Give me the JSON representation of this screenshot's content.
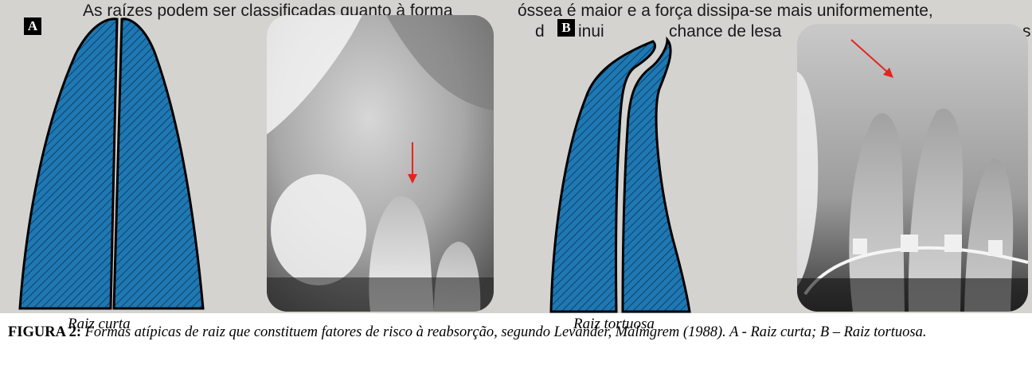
{
  "background_text": {
    "line1_left": "As raízes podem ser classificadas quanto à forma",
    "line1_right": "óssea é maior e a força dissipa-se mais uniformemente,",
    "line2_right_a": "d",
    "line2_right_b": "inui",
    "line2_right_c": "chance de lesa",
    "line2_right_d": "s"
  },
  "panel_a": {
    "label": "A",
    "drawing_caption": "Raiz curta"
  },
  "panel_b": {
    "label": "B",
    "drawing_caption": "Raiz tortuosa"
  },
  "figure_caption": {
    "number": "FIGURA 2:",
    "text": "Formas atípicas de raiz que constituem fatores de risco à reabsorção, segundo Levander, Malmgrem (1988). A - Raiz curta; B – Raiz tortuosa."
  },
  "colors": {
    "root_fill": "#1e78b4",
    "panel_bg": "#d5d3cf",
    "arrow": "#e52420"
  }
}
